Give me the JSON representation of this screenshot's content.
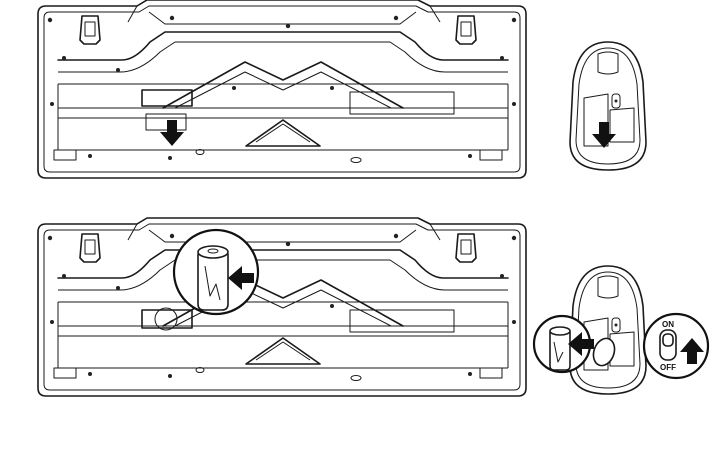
{
  "switch": {
    "on_label": "ON",
    "off_label": "OFF"
  },
  "arrows": {
    "keyboard_cover_open": "down",
    "mouse_cover_open": "down",
    "keyboard_battery_insert": "left",
    "mouse_battery_insert": "left",
    "mouse_switch_on": "up"
  },
  "colors": {
    "line": "#1a1a1a",
    "background": "#ffffff"
  }
}
